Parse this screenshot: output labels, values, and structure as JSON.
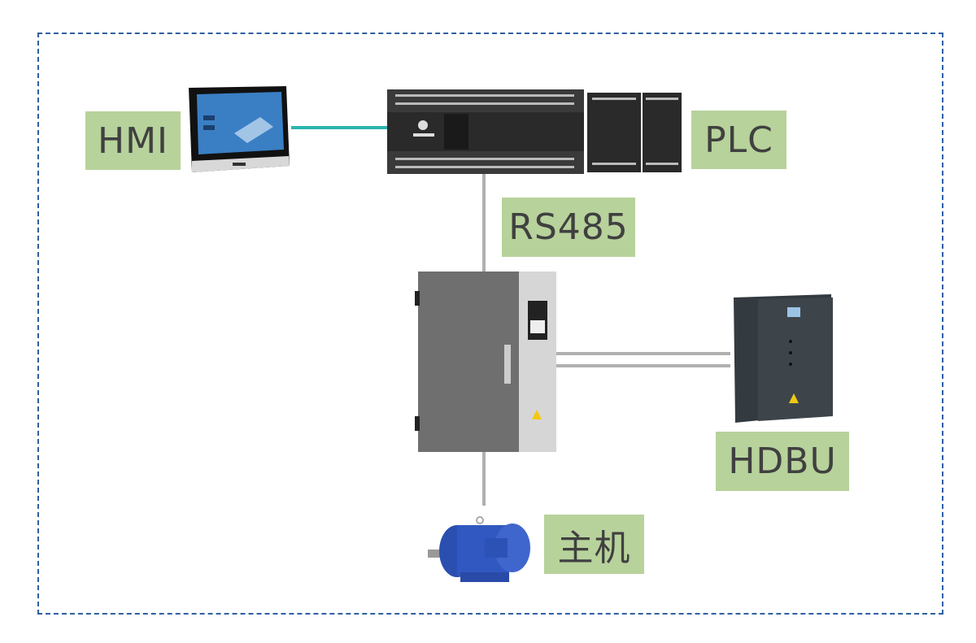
{
  "diagram": {
    "title": "",
    "nodes": [
      {
        "id": "hmi",
        "label": "HMI",
        "device": "touchscreen-panel"
      },
      {
        "id": "plc",
        "label": "PLC",
        "device": "programmable-logic-controller"
      },
      {
        "id": "vfd",
        "label": "",
        "device": "inverter-cabinet"
      },
      {
        "id": "hdbu",
        "label": "HDBU",
        "device": "braking-unit"
      },
      {
        "id": "motor",
        "label": "主机",
        "device": "electric-motor"
      }
    ],
    "edges": [
      {
        "from": "hmi",
        "to": "plc",
        "label": "",
        "color": "#2bb5ad"
      },
      {
        "from": "plc",
        "to": "vfd",
        "label": "RS485",
        "color": "#b0b0b0"
      },
      {
        "from": "vfd",
        "to": "hdbu",
        "label": "",
        "color": "#b0b0b0",
        "lines": 2
      },
      {
        "from": "vfd",
        "to": "motor",
        "label": "",
        "color": "#b0b0b0"
      }
    ],
    "colors": {
      "label_bg": "#b7d29b",
      "label_text": "#404040",
      "border": "#2f5fa3"
    }
  }
}
